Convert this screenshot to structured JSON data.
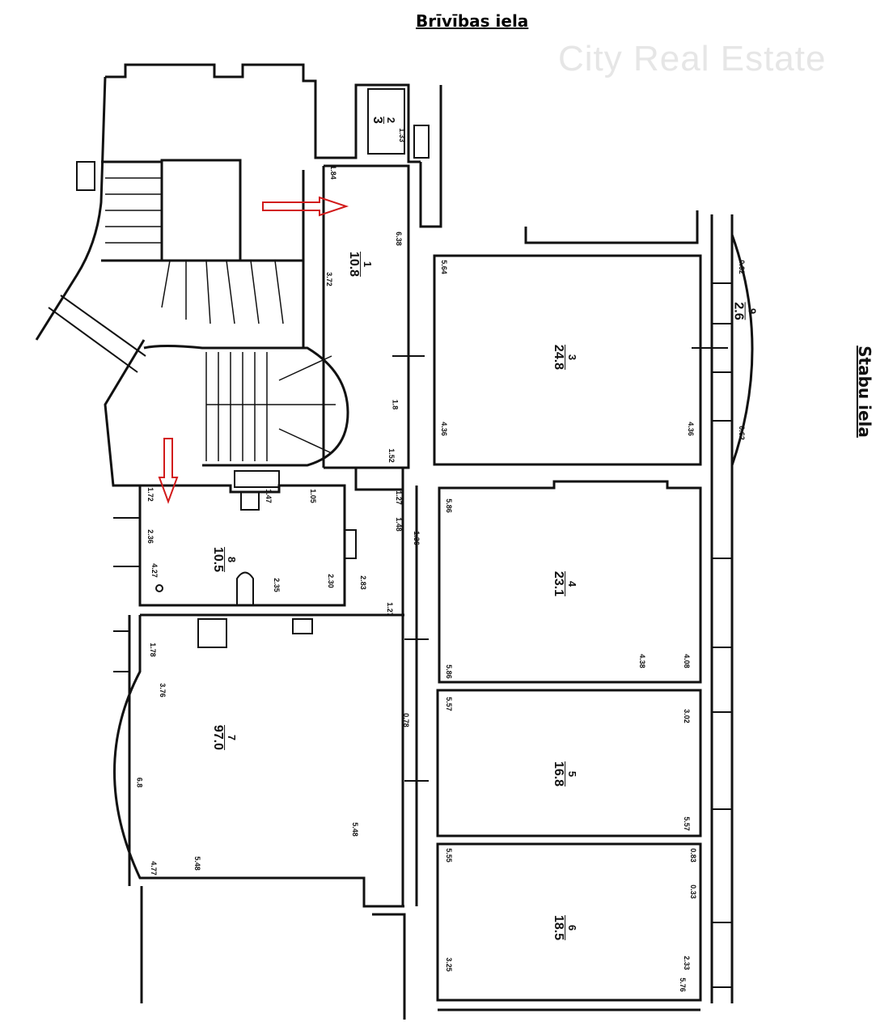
{
  "streets": {
    "top": "Brīvības iela",
    "right": "Stabu iela"
  },
  "watermark": "City Real Estate",
  "rooms": [
    {
      "number": "1",
      "area": "10.8"
    },
    {
      "number": "2",
      "area": "3"
    },
    {
      "number": "3",
      "area": "24.8"
    },
    {
      "number": "4",
      "area": "23.1"
    },
    {
      "number": "5",
      "area": "16.8"
    },
    {
      "number": "6",
      "area": "18.5"
    },
    {
      "number": "7",
      "area": "97.0"
    },
    {
      "number": "8",
      "area": "10.5"
    },
    {
      "number": "9",
      "area": "2.6"
    }
  ],
  "dimensions": [
    "1.84",
    "6.38",
    "3.72",
    "1.8",
    "1.52",
    "5.64",
    "4.36",
    "4.36",
    "1.27",
    "1.48",
    "1.36",
    "2.83",
    "1.27",
    "5.86",
    "4.38",
    "4.08",
    "5.86",
    "5.57",
    "3.02",
    "5.57",
    "0.78",
    "5.55",
    "0.83",
    "0.33",
    "3.25",
    "2.33",
    "5.76",
    "1.72",
    "2.36",
    "4.27",
    "2.35",
    "2.30",
    "1.47",
    "1.05",
    "1.78",
    "3.76",
    "6.8",
    "5.48",
    "4.77",
    "5.48",
    "0.62",
    "0.62",
    "1.33"
  ],
  "colors": {
    "walls": "#111111",
    "arrow": "#d21a1a"
  }
}
